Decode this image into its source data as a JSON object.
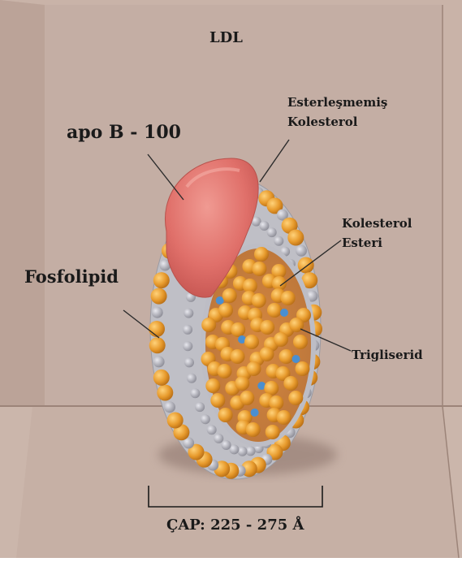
{
  "title": "LDL",
  "labels": {
    "apo": "apo B - 100",
    "esterlesmemis_line1": "Esterleşmemiş",
    "esterlesmemis_line2": "Kolesterol",
    "kolesterol_line1": "Kolesterol",
    "kolesterol_line2": "Esteri",
    "fosfolipid": "Fosfolipid",
    "trigliserid": "Trigliserid",
    "cap": "ÇAP: 225 - 275 Å"
  },
  "colors": {
    "background_wall": "#c4aea4",
    "background_floor": "#cbb6ab",
    "apo_protein": "#e0706a",
    "phospholipid_head": "#e79a2c",
    "phospholipid_gray": "#a8a8b0",
    "cholesterol_blue": "#4a8fd0",
    "core": "#d98a35"
  }
}
